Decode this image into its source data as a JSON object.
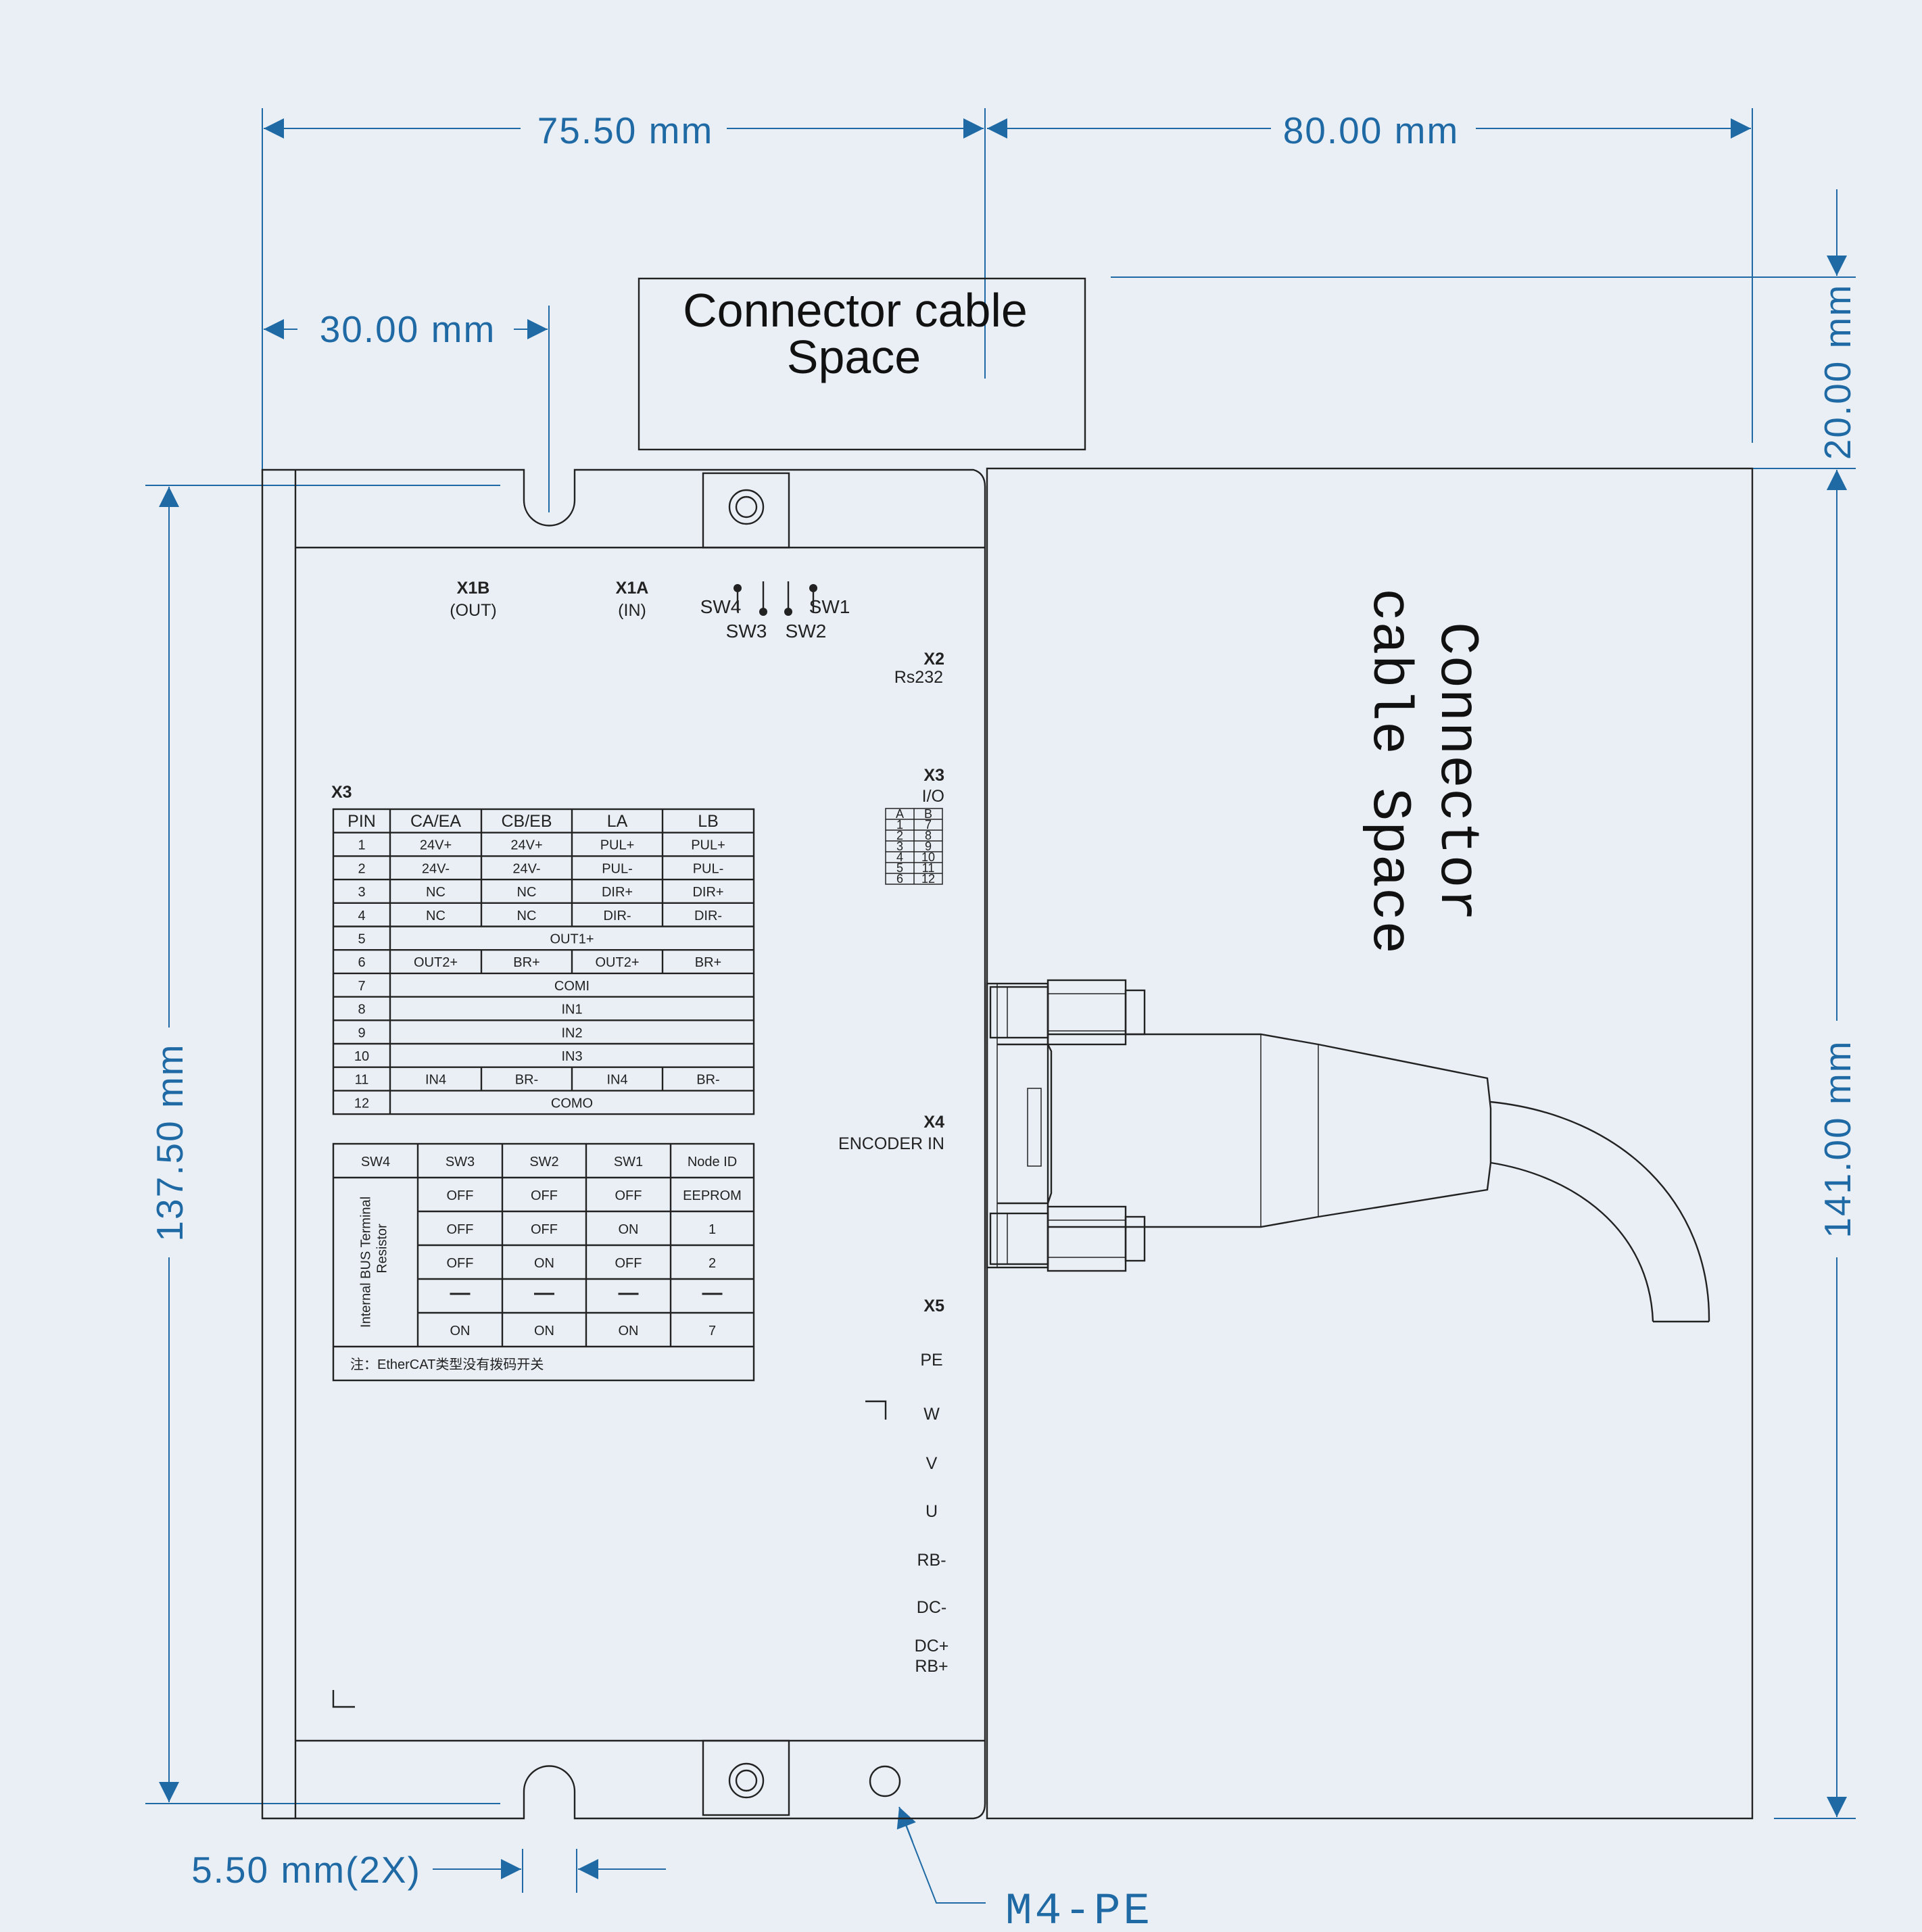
{
  "dimensions": {
    "top_left_width": "75.50 mm",
    "top_right_width": "80.00 mm",
    "mount_offset": "30.00 mm",
    "left_height": "137.50 mm",
    "right_height": "141.00 mm",
    "top_clearance": "20.00 mm",
    "slot_width": "5.50 mm(2X)"
  },
  "callouts": {
    "connector_top_line1": "Connector cable",
    "connector_top_line2": "Space",
    "connector_side_line1": "Connector",
    "connector_side_line2": "cable Space",
    "ground": "M4-PE"
  },
  "ports": {
    "x1b": "X1B",
    "x1b_sub": "(OUT)",
    "x1a": "X1A",
    "x1a_sub": "(IN)",
    "sw4": "SW4",
    "sw3": "SW3",
    "sw2": "SW2",
    "sw1": "SW1",
    "x2": "X2",
    "x2_sub": "Rs232",
    "x3": "X3",
    "x3_sub": "I/O",
    "x4": "X4",
    "x4_sub": "ENCODER IN",
    "x5": "X5",
    "x5_pins": [
      "PE",
      "W",
      "V",
      "U",
      "RB-",
      "DC-",
      "DC+",
      "RB+"
    ]
  },
  "x3_table": {
    "title": "X3",
    "headers": [
      "PIN",
      "CA/EA",
      "CB/EB",
      "LA",
      "LB"
    ],
    "rows": [
      [
        "1",
        "24V+",
        "24V+",
        "PUL+",
        "PUL+"
      ],
      [
        "2",
        "24V-",
        "24V-",
        "PUL-",
        "PUL-"
      ],
      [
        "3",
        "NC",
        "NC",
        "DIR+",
        "DIR+"
      ],
      [
        "4",
        "NC",
        "NC",
        "DIR-",
        "DIR-"
      ],
      [
        "5",
        "OUT1+"
      ],
      [
        "6",
        "OUT2+",
        "BR+",
        "OUT2+",
        "BR+"
      ],
      [
        "7",
        "COMI"
      ],
      [
        "8",
        "IN1"
      ],
      [
        "9",
        "IN2"
      ],
      [
        "10",
        "IN3"
      ],
      [
        "11",
        "IN4",
        "BR-",
        "IN4",
        "BR-"
      ],
      [
        "12",
        "COMO"
      ]
    ]
  },
  "io_connector": {
    "headers": [
      "A",
      "B"
    ],
    "rows": [
      [
        "1",
        "7"
      ],
      [
        "2",
        "8"
      ],
      [
        "3",
        "9"
      ],
      [
        "4",
        "10"
      ],
      [
        "5",
        "11"
      ],
      [
        "6",
        "12"
      ]
    ]
  },
  "sw_table": {
    "headers": [
      "SW4",
      "SW3",
      "SW2",
      "SW1",
      "Node ID"
    ],
    "sw4_note_line1": "Internal BUS Terminal",
    "sw4_note_line2": "Resistor",
    "rows": [
      [
        "OFF",
        "OFF",
        "OFF",
        "EEPROM"
      ],
      [
        "OFF",
        "OFF",
        "ON",
        "1"
      ],
      [
        "OFF",
        "ON",
        "OFF",
        "2"
      ],
      [
        "—",
        "—",
        "—",
        "—"
      ],
      [
        "ON",
        "ON",
        "ON",
        "7"
      ]
    ],
    "footnote": "注：EtherCAT类型没有拨码开关"
  },
  "colors": {
    "background": "#e9eff5",
    "dimension": "#1f6aa5",
    "outline": "#222222"
  }
}
